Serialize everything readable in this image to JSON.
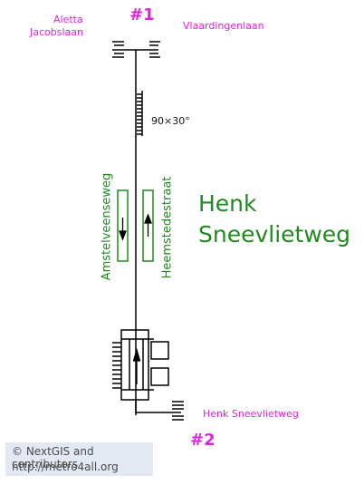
{
  "exits": {
    "exit1": "#1",
    "exit2": "#2"
  },
  "streets": {
    "top_left_line1": "Aletta",
    "top_left_line2": "Jacobslaan",
    "top_right": "Vlaardingenlaan",
    "bottom_right": "Henk Sneevlietweg"
  },
  "station": {
    "name_line1": "Henk",
    "name_line2": "Sneevlietweg",
    "platform_left": "Amstelveenseweg",
    "platform_right": "Heemstedestraat"
  },
  "annotations": {
    "stairs_dimension": "90×30°"
  },
  "credit": {
    "line1": "© NextGIS and contributors",
    "line2": "http://metro4all.org"
  },
  "colors": {
    "street_label": "#dd22dd",
    "station_label": "#1f8a1f",
    "structure": "#000000",
    "credit_background": "#e3e8f3"
  },
  "icons": [
    "stairs-icon",
    "up-arrow-icon",
    "down-arrow-icon",
    "elevator-icon"
  ]
}
